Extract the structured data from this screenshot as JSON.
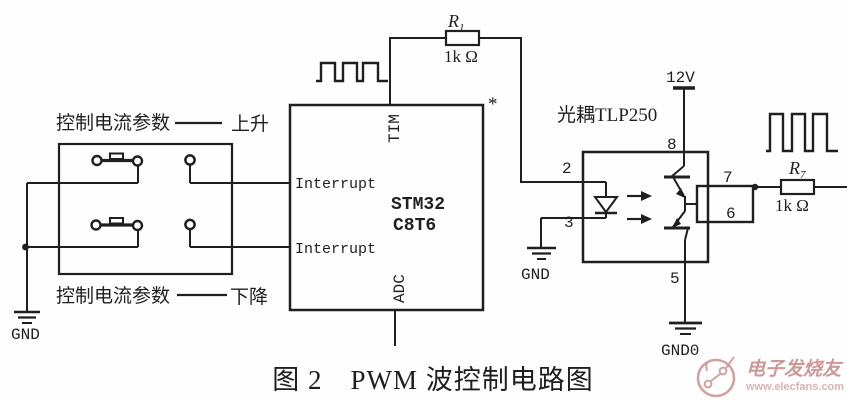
{
  "labels": {
    "ctrl_param_top": "控制电流参数",
    "rise": "上升",
    "ctrl_param_bottom": "控制电流参数",
    "fall": "下降",
    "star": "*"
  },
  "grounds": {
    "left": "GND",
    "mid": "GND",
    "right": "GND0"
  },
  "power": {
    "v12": "12V"
  },
  "mcu": {
    "name_line1": "STM32",
    "name_line2": "C8T6",
    "pin_tim": "TIM",
    "pin_adc": "ADC",
    "pin_interrupt_1": "Interrupt",
    "pin_interrupt_2": "Interrupt"
  },
  "optocoupler": {
    "title": "光耦TLP250",
    "pin2": "2",
    "pin3": "3",
    "pin5": "5",
    "pin6": "6",
    "pin7": "7",
    "pin8": "8"
  },
  "resistors": {
    "r1": {
      "symbol": "R",
      "subscript": "1",
      "value": "1k Ω"
    },
    "r7": {
      "symbol": "R",
      "subscript": "7",
      "value": "1k Ω"
    }
  },
  "caption": "图 2　PWM 波控制电路图",
  "watermark": {
    "brand": "电子发烧友",
    "url": "www.elecfans.com"
  },
  "colors": {
    "ink": "#1f1f1f",
    "background": "#ffffff",
    "watermark": "#cc9999"
  }
}
